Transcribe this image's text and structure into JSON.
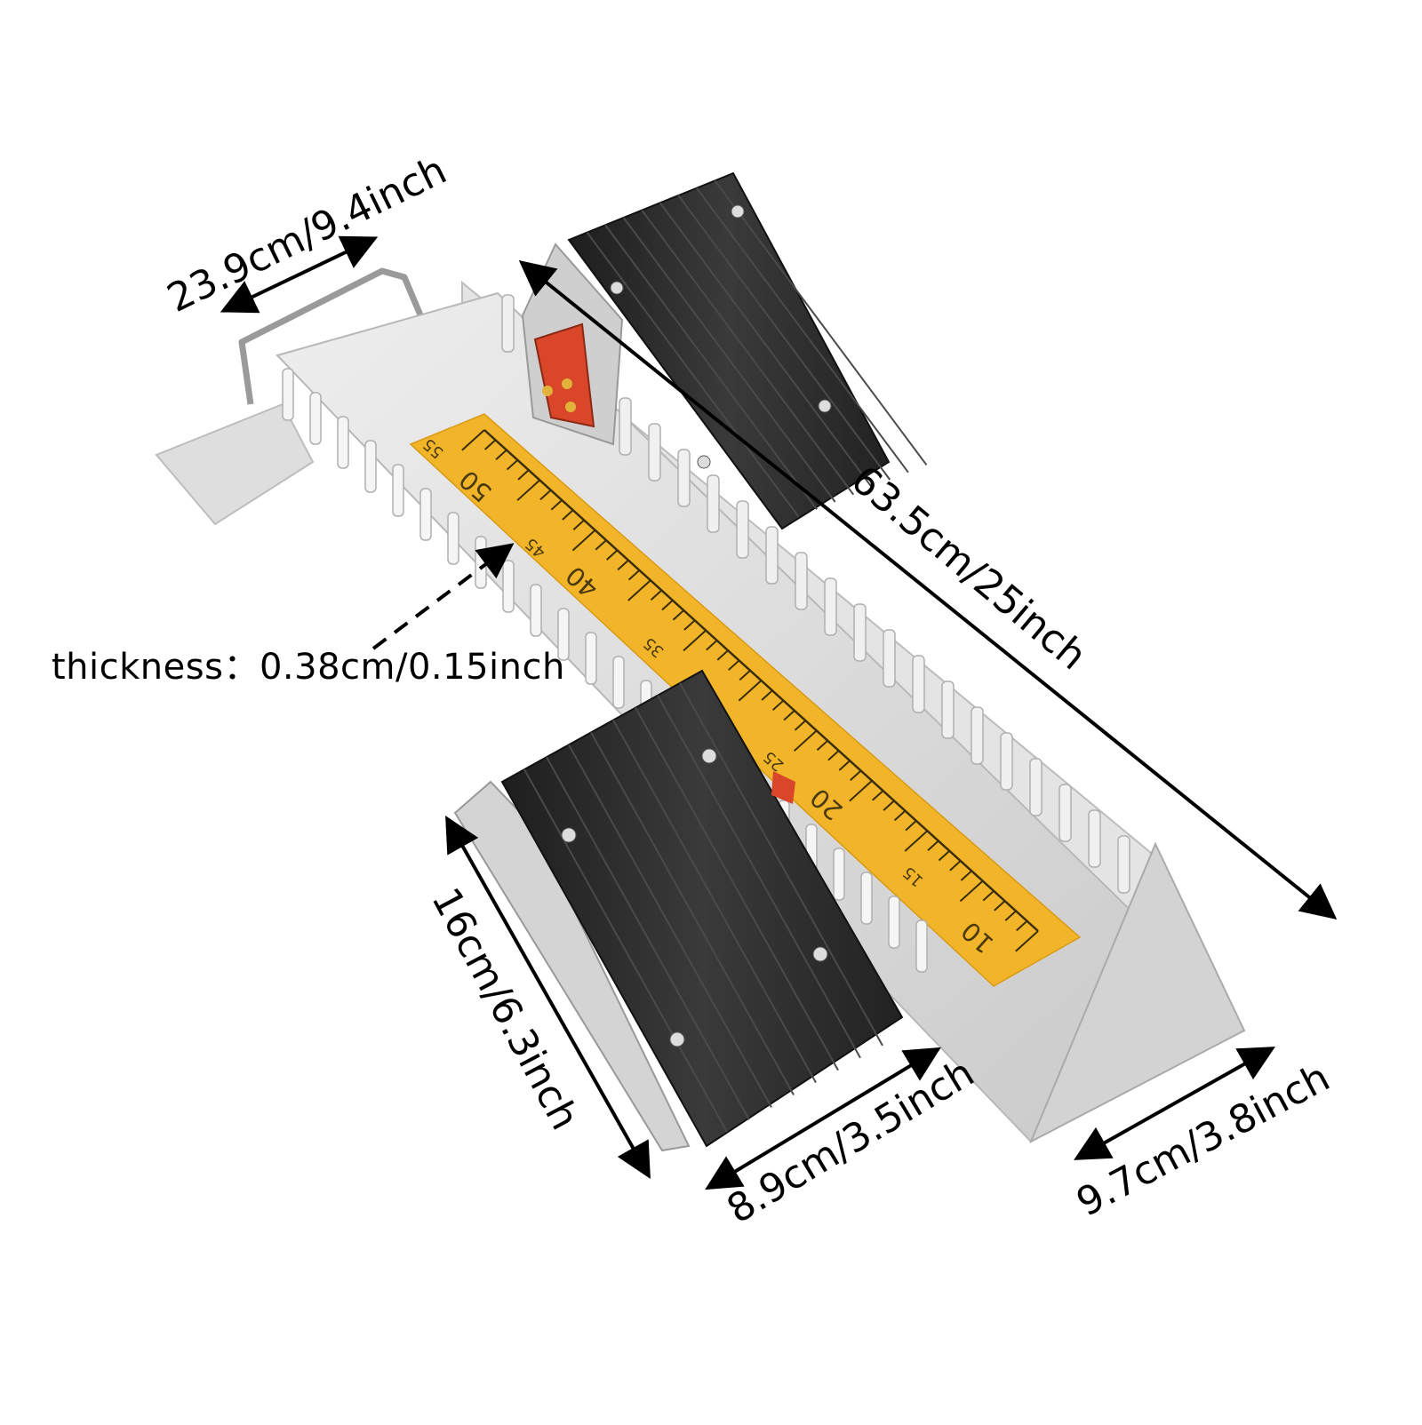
{
  "dimensions": {
    "top_width": "23.9cm/9.4inch",
    "length": "63.5cm/25inch",
    "thickness_label": "thickness：",
    "thickness_value": "0.38cm/0.15inch",
    "pedal_length": "16cm/6.3inch",
    "pedal_width": "8.9cm/3.5inch",
    "base_width": "9.7cm/3.8inch"
  },
  "ruler": {
    "major_labels": [
      "55",
      "50",
      "45",
      "40",
      "35",
      "25",
      "20",
      "15",
      "10"
    ]
  },
  "colors": {
    "ruler_yellow": "#f2b52a",
    "rail_silver": "#d9d9d9",
    "pedal_black": "#2b2b2b",
    "lock_red": "#d9462a"
  },
  "icons": [
    "dimension-arrow-icon",
    "dashed-pointer-arrow-icon"
  ]
}
